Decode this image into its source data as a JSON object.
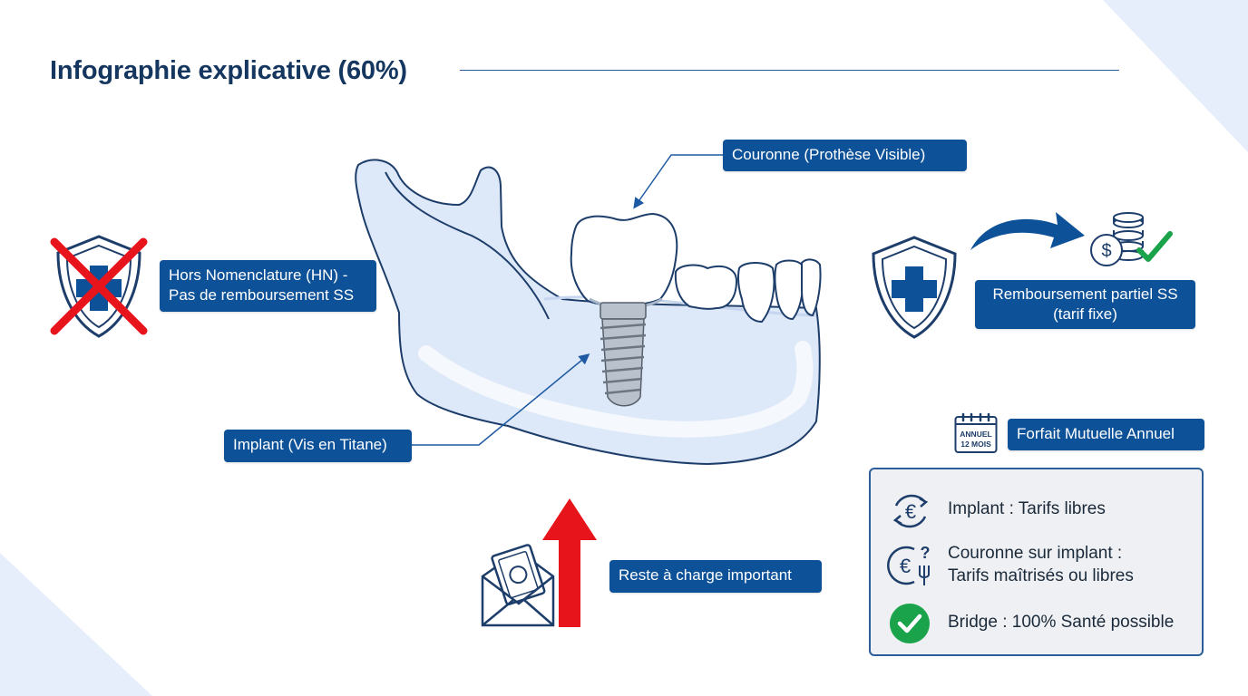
{
  "title": "Infographie explicative (60%)",
  "labels": {
    "crown": "Couronne (Prothèse Visible)",
    "hn_line1": "Hors Nomenclature (HN) -",
    "hn_line2": "Pas de remboursement SS",
    "implant": "Implant (Vis en Titane)",
    "rembourse_line1": "Remboursement partiel SS",
    "rembourse_line2": "(tarif fixe)",
    "forfait": "Forfait Mutuelle Annuel",
    "reste": "Reste à charge important"
  },
  "calendar": {
    "line1": "ANNUEL",
    "line2": "12 MOIS"
  },
  "info_box": {
    "items": [
      {
        "icon": "euro-cycle-icon",
        "lines": [
          "Implant : Tarifs libres"
        ]
      },
      {
        "icon": "euro-question-icon",
        "lines": [
          "Couronne sur implant :",
          "Tarifs maîtrisés ou libres"
        ]
      },
      {
        "icon": "green-check-icon",
        "lines": [
          "Bridge : 100% Santé possible"
        ]
      }
    ]
  },
  "colors": {
    "navy": "#14365f",
    "label_blue": "#0d5198",
    "red": "#e8141b",
    "green": "#1aa34a",
    "bone": "#dde8f8"
  }
}
